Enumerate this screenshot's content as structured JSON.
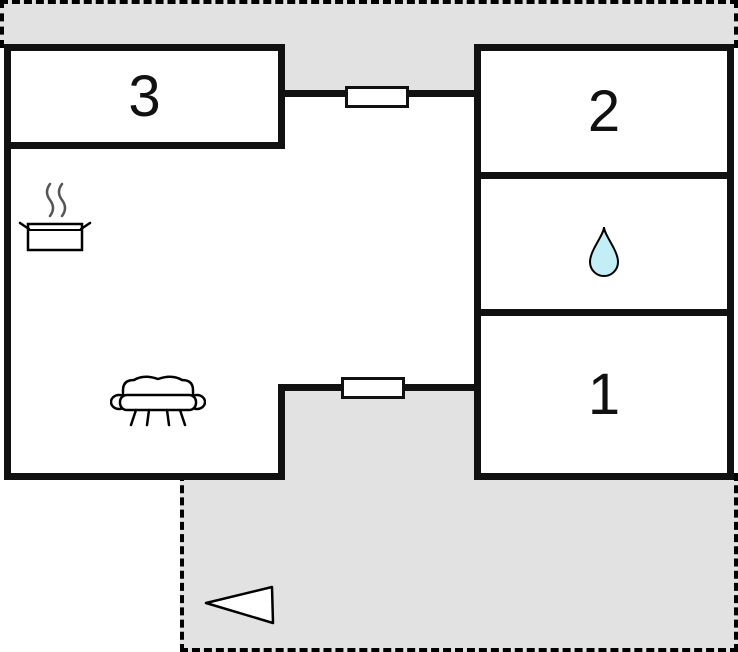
{
  "floor_plan": {
    "rooms": {
      "room3": {
        "label": "3"
      },
      "room2": {
        "label": "2"
      },
      "room1": {
        "label": "1"
      }
    },
    "icons": {
      "stove": "stove-steam-pot-icon",
      "sofa": "sofa-icon",
      "water_drop": "water-drop-icon",
      "direction_arrow": "direction-arrow-icon"
    },
    "colors": {
      "outside_fill": "#e2e2e2",
      "wall": "#111111",
      "room_fill": "#ffffff",
      "water_drop_fill": "#c3eef5"
    }
  }
}
